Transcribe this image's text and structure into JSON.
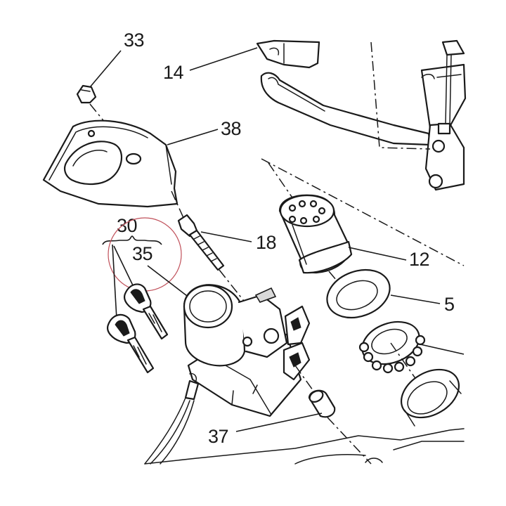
{
  "diagram": {
    "labels": {
      "p14": "14",
      "p38": "38",
      "p18": "18",
      "p30": "30",
      "p35": "35",
      "p12": "12",
      "p5": "5",
      "p37": "37",
      "p33_partial": "33"
    },
    "highlight_color": "#c0505a",
    "line_color": "#1a1a1a"
  }
}
